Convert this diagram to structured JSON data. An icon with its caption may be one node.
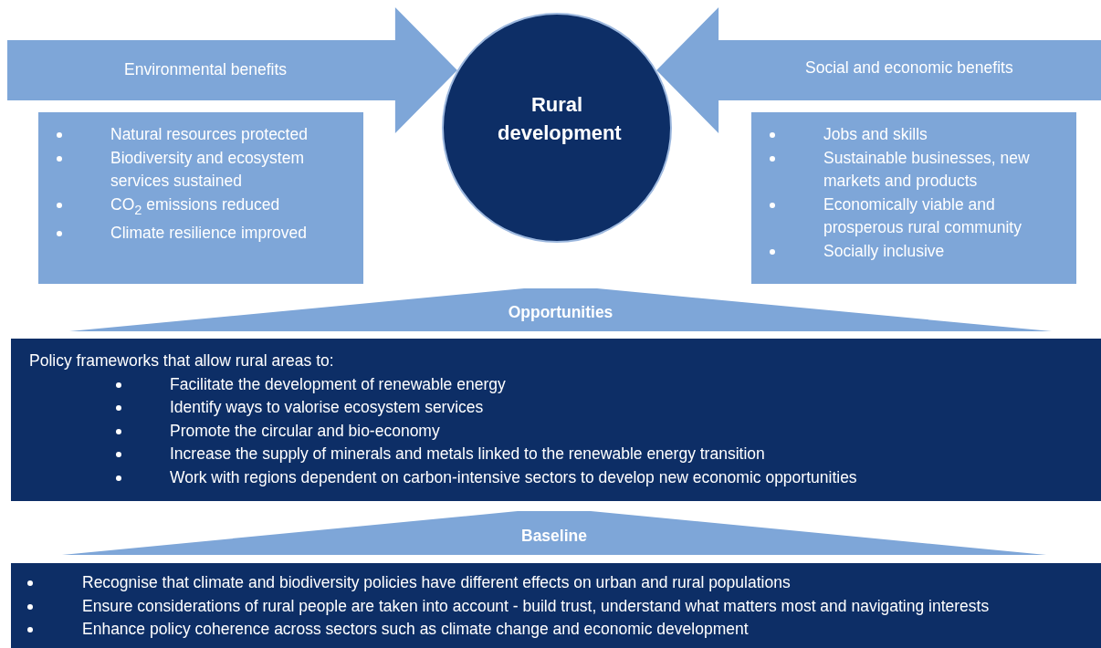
{
  "diagram": {
    "nodes": [
      {
        "text": [
          "Natural resources protected",
          "Biodiversity and ecosystem services sustained",
          "CO$_{2}$ emissions reduced",
          "Climate resilience improved"
        ]
      },
      {
        "text": [
          "Rural development"
        ]
      },
      {
        "text": [
          "Jobs and skills",
          "Sustainable businesses, new markets and products",
          "Economically viable and prosperous rural community",
          "Socially inclusive"
        ]
      },
      {
        "text": [
          "Opportunities"
        ]
      },
      {
        "text": [
          "Policy frameworks that allow rural areas to:",
          "Facilitate the development of renewable energy",
          "Identify ways to valorise ecosystem services",
          "Promote the circular and bio-economy",
          "Increase the supply of minerals and metals linked to the renewable energy transition",
          "Work with regions dependent on carbon-intensive sectors to develop new economic opportunities"
        ]
      },
      {
        "text": [
          "Baseline"
        ]
      },
      {
        "text": [
          "Recognise that climate and biodiversity policies have different effects on urban and rural populations",
          "Ensure considerations of rural people are taken into account - build trust, understand what matters most and navigating interests",
          "Enhance policy coherence across sectors such as climate change and economic development"
        ]
      }
    ],
    "edges": [
      {
        "from": null,
        "to": 1,
        "arrow": "to",
        "label": "Environmental benefits",
        "style": "thick"
      },
      {
        "from": null,
        "to": 1,
        "arrow": "to",
        "label": "Social and economic benefits",
        "style": "thick"
      }
    ]
  }
}
